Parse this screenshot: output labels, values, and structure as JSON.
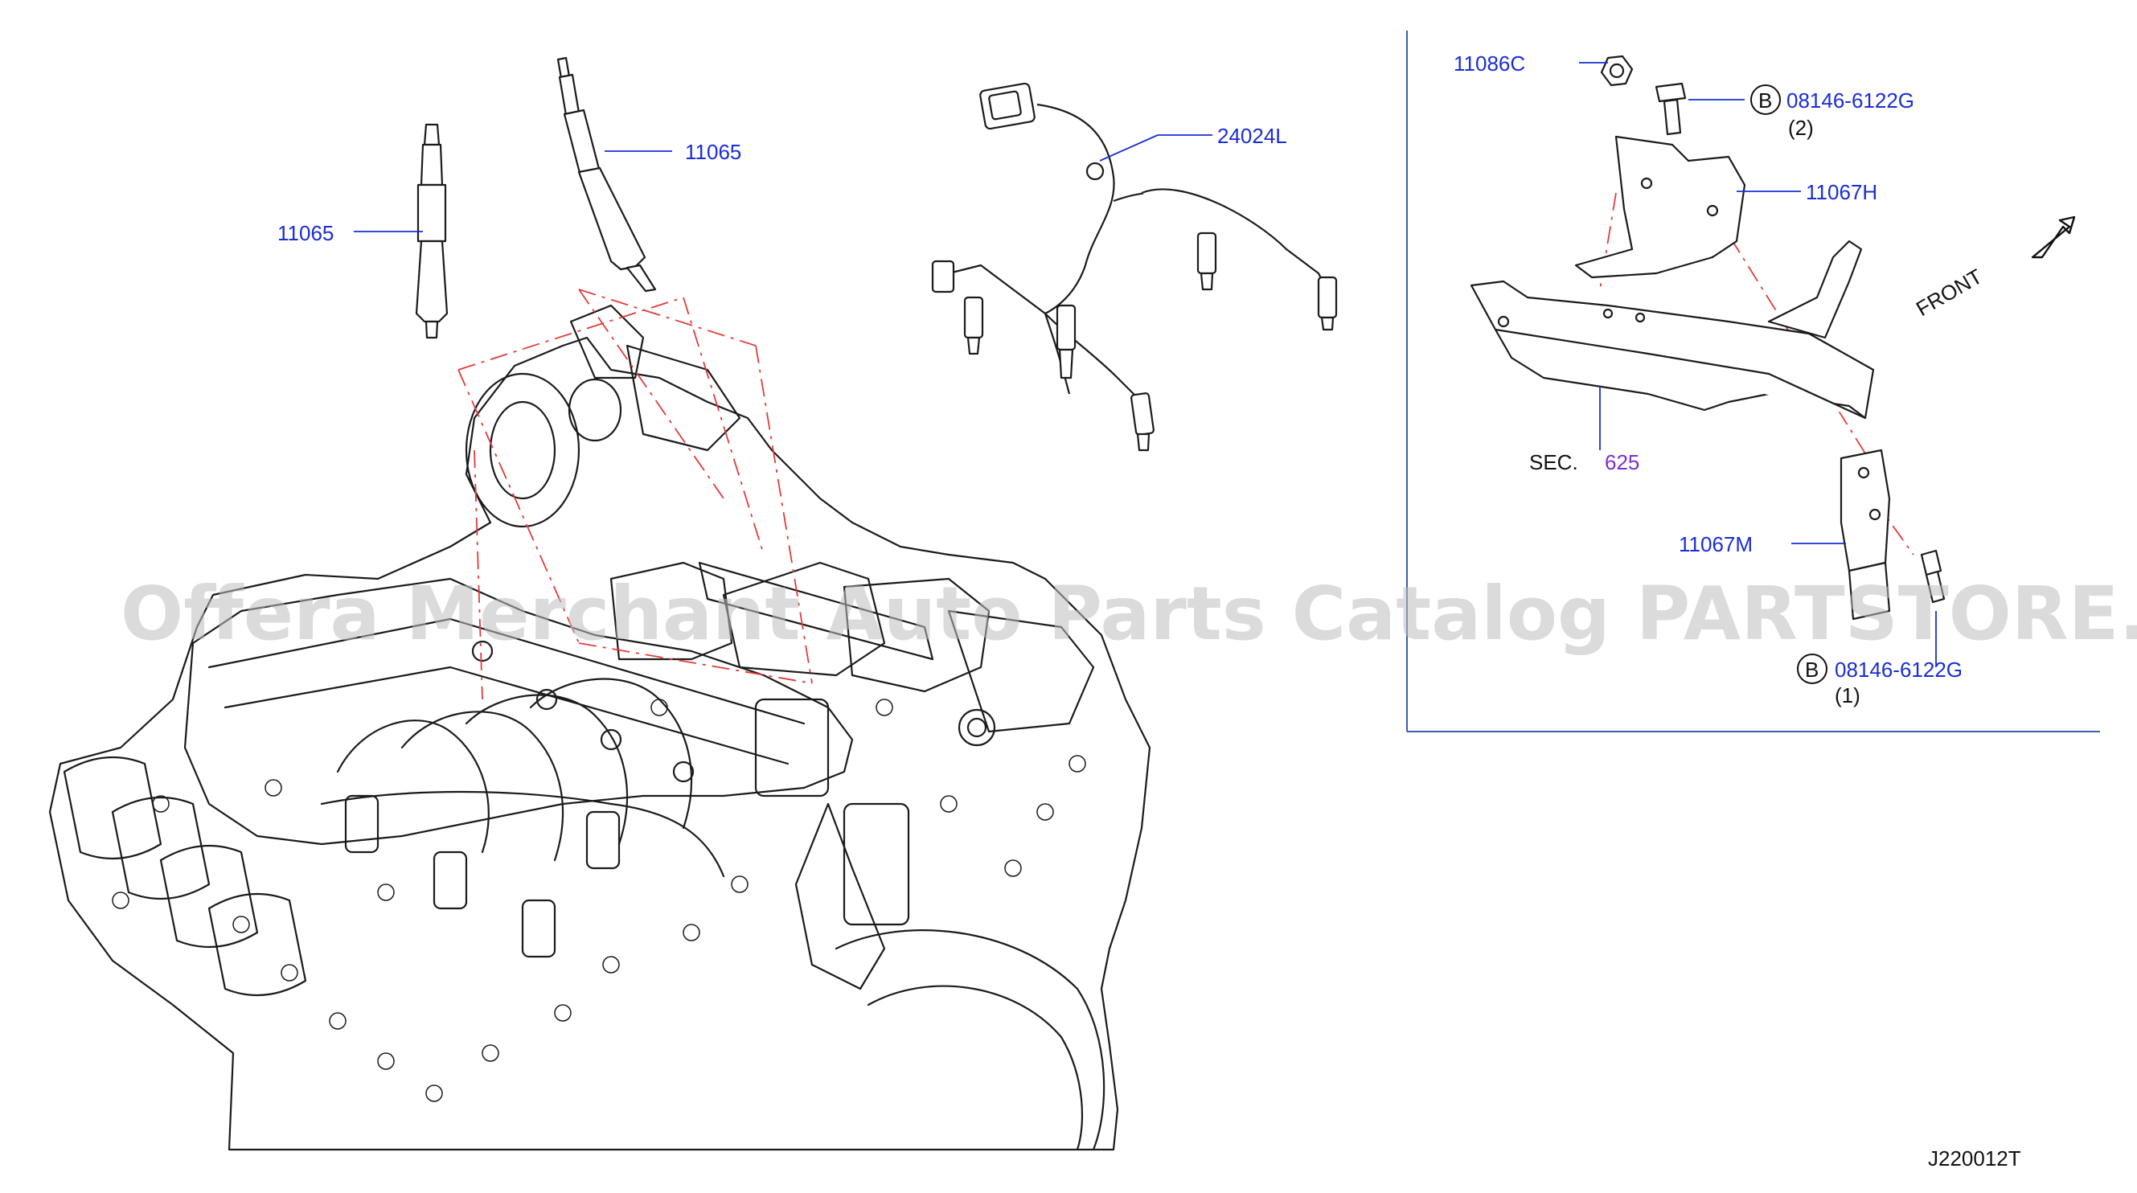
{
  "callouts": {
    "glow_plug_left": "11065",
    "glow_plug_right": "11065",
    "harness": "24024L",
    "nut": "11086C",
    "bolt_top_code": "08146-6122G",
    "bolt_top_qty": "(2)",
    "bracket_upper": "11067H",
    "sec_label": "SEC.",
    "sec_number": "625",
    "bracket_lower": "11067M",
    "bolt_bottom_code": "08146-6122G",
    "bolt_bottom_qty": "(1)",
    "bolt_marker_top": "B",
    "bolt_marker_bottom": "B"
  },
  "front_indicator": "FRONT",
  "watermark": "Offera Merchant Auto Parts Catalog PARTSTORE.SA",
  "diagram_id": "J220012T",
  "colors": {
    "callout_text": "#1a2dd6",
    "sec_number": "#7a2fd6",
    "dash_line": "#e23b3b",
    "frame": "#3d5fa8"
  }
}
